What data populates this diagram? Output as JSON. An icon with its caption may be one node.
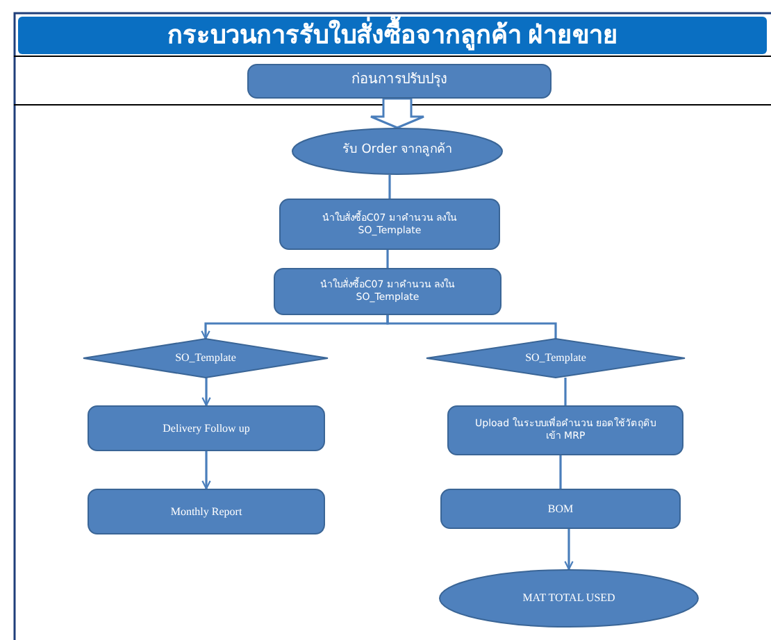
{
  "diagram": {
    "nodes": [
      {
        "text": [
          "กระบวนการรับใบสั่งซื้อจากลูกค้า ฝ่ายขาย"
        ]
      },
      {
        "text": [
          "ก่อนการปรับปรุง"
        ]
      },
      {
        "text": [
          "รับ Order จากลูกค้า"
        ]
      },
      {
        "text": [
          "นำใบสั่งซื้อC07 มาคำนวน ลงใน SO_Template"
        ]
      },
      {
        "text": [
          "นำใบสั่งซื้อC07 มาคำนวน ลงใน SO_Template"
        ]
      },
      {
        "text": [
          "SO_Template"
        ]
      },
      {
        "text": [
          "SO_Template"
        ]
      },
      {
        "text": [
          "Delivery Follow up"
        ]
      },
      {
        "text": [
          "Monthly Report"
        ]
      },
      {
        "text": [
          "Upload ในระบบเพื่อคำนวน ยอดใช้วัตถุดิบเข้า MRP"
        ]
      },
      {
        "text": [
          "BOM"
        ]
      },
      {
        "text": [
          "MAT TOTAL USED"
        ]
      }
    ],
    "edges": [
      {
        "from": 1,
        "to": 2,
        "arrow": "to",
        "style": "thick"
      },
      {
        "from": 2,
        "to": 3,
        "arrow": "none"
      },
      {
        "from": 3,
        "to": 4,
        "arrow": "none"
      },
      {
        "from": 4,
        "to": 5,
        "arrow": "to"
      },
      {
        "from": 4,
        "to": 6,
        "arrow": "none"
      },
      {
        "from": 5,
        "to": 7,
        "arrow": "to"
      },
      {
        "from": 7,
        "to": 8,
        "arrow": "to"
      },
      {
        "from": 6,
        "to": 9,
        "arrow": "none"
      },
      {
        "from": 9,
        "to": 10,
        "arrow": "none"
      },
      {
        "from": 10,
        "to": 11,
        "arrow": "to"
      }
    ]
  }
}
